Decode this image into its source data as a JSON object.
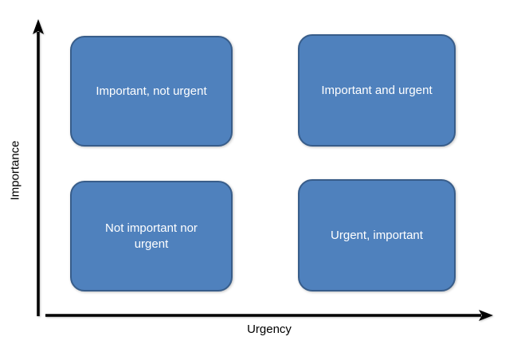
{
  "diagram": {
    "type": "quadrant-matrix",
    "axes": {
      "y_label": "Importance",
      "x_label": "Urgency"
    },
    "quadrants": [
      {
        "position": "top-left",
        "label": "Important, not urgent"
      },
      {
        "position": "top-right",
        "label": "Important and urgent"
      },
      {
        "position": "bottom-left",
        "label": "Not important nor urgent"
      },
      {
        "position": "bottom-right",
        "label": "Urgent, important"
      }
    ],
    "colors": {
      "box_fill": "#4f81bd",
      "box_border": "#385d8a",
      "box_text": "#ffffff",
      "axis": "#000000",
      "label_text": "#000000",
      "background": "#ffffff"
    }
  }
}
